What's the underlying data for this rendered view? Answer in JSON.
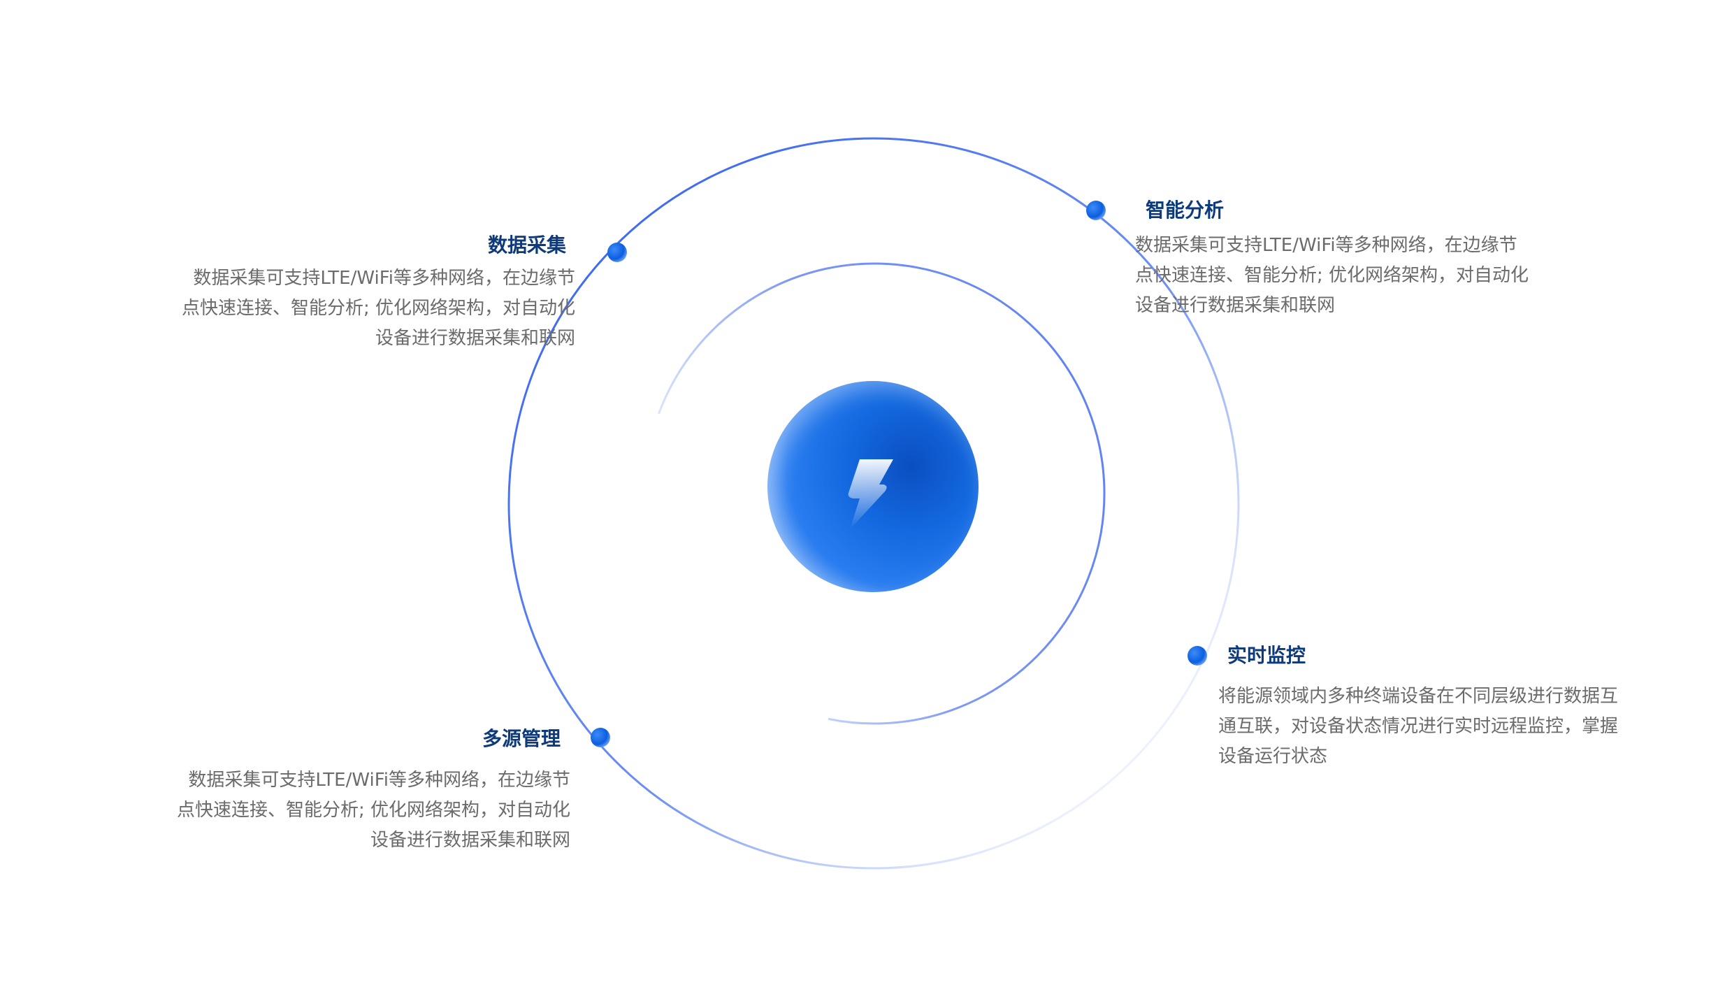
{
  "center": {
    "icon": "lightning-bolt-icon"
  },
  "nodes": [
    {
      "title": "数据采集",
      "lines": [
        "数据采集可支持LTE/WiFi等多种网络，在边缘节",
        "点快速连接、智能分析; 优化网络架构，对自动化",
        "设备进行数据采集和联网"
      ]
    },
    {
      "title": "智能分析",
      "lines": [
        "数据采集可支持LTE/WiFi等多种网络，在边缘节",
        "点快速连接、智能分析; 优化网络架构，对自动化",
        "设备进行数据采集和联网"
      ]
    },
    {
      "title": "实时监控",
      "lines": [
        "将能源领域内多种终端设备在不同层级进行数据互",
        "通互联，对设备状态情况进行实时远程监控，掌握",
        "设备运行状态"
      ]
    },
    {
      "title": "多源管理",
      "lines": [
        "数据采集可支持LTE/WiFi等多种网络，在边缘节",
        "点快速连接、智能分析; 优化网络架构，对自动化",
        "设备进行数据采集和联网"
      ]
    }
  ],
  "colors": {
    "accent": "#2f63f0",
    "title": "#0d3a7a",
    "text": "#6b6b6b"
  }
}
